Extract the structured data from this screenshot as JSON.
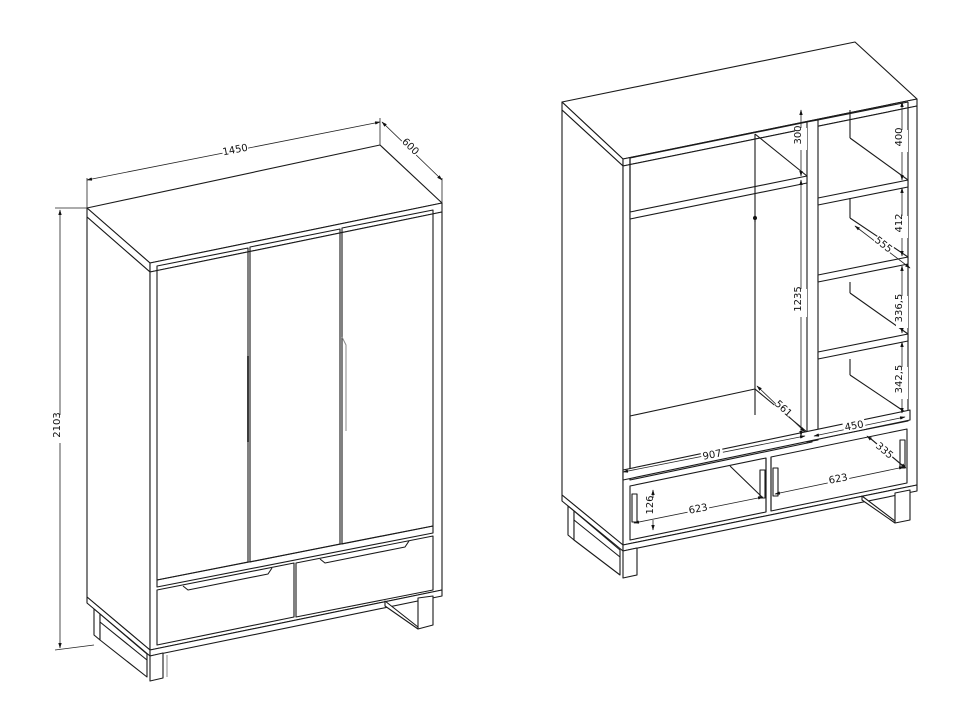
{
  "diagram": {
    "type": "furniture-dimension-drawing",
    "subject": "three-door wardrobe with two drawers on sled legs",
    "views": [
      {
        "name": "exterior-view",
        "dimensions": {
          "width": "1450",
          "depth": "600",
          "height": "2103"
        }
      },
      {
        "name": "interior-view",
        "dimensions": {
          "top_shelf_clearance": "300",
          "hanging_height": "1235",
          "hanging_depth": "561",
          "hanging_width": "907",
          "right_shelf_1": "400",
          "right_shelf_2": "412",
          "shelf_depth": "555",
          "right_shelf_3": "336,5",
          "right_shelf_4": "342,5",
          "right_width": "450",
          "drawer_depth": "335",
          "drawer_height": "126",
          "drawer_left_width": "623",
          "drawer_right_width": "623"
        }
      }
    ]
  }
}
